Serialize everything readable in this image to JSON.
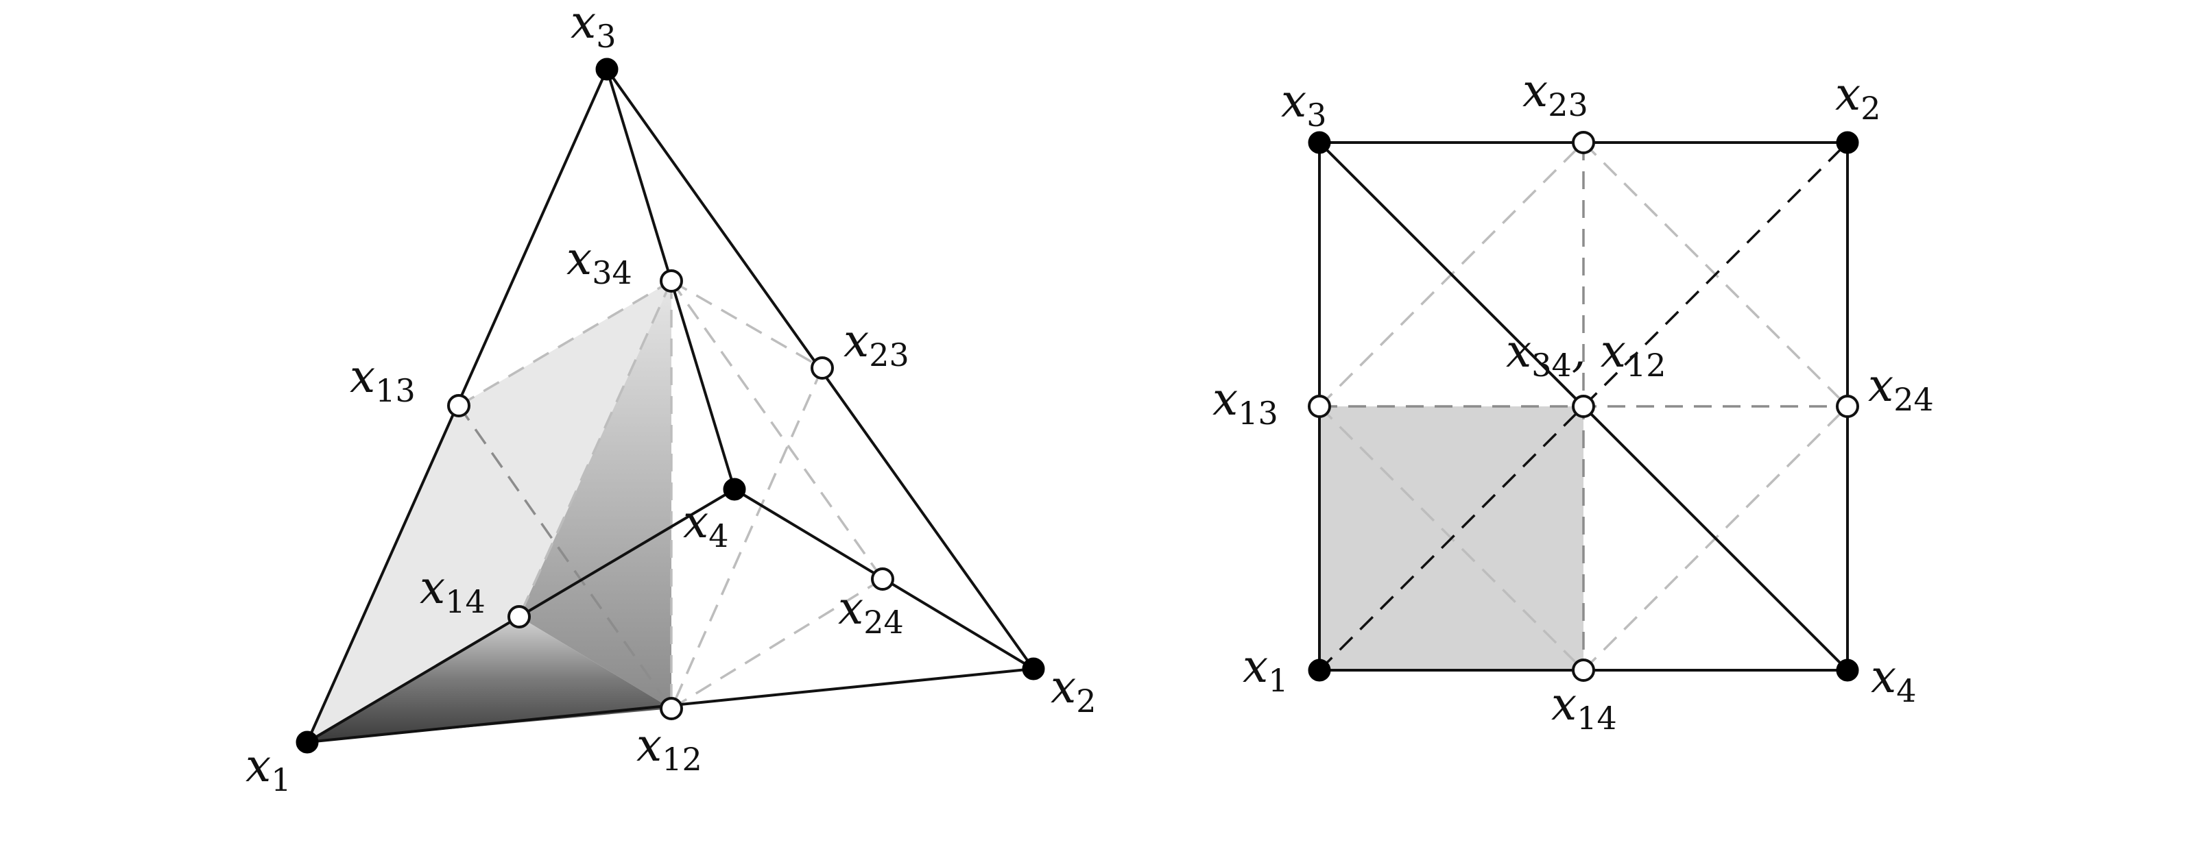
{
  "tetrahedron": {
    "labels": {
      "x1": {
        "base": "x",
        "sub": "1"
      },
      "x2": {
        "base": "x",
        "sub": "2"
      },
      "x3": {
        "base": "x",
        "sub": "3"
      },
      "x4": {
        "base": "x",
        "sub": "4"
      },
      "x12": {
        "base": "x",
        "sub": "12"
      },
      "x13": {
        "base": "x",
        "sub": "13"
      },
      "x14": {
        "base": "x",
        "sub": "14"
      },
      "x23": {
        "base": "x",
        "sub": "23"
      },
      "x24": {
        "base": "x",
        "sub": "24"
      },
      "x34": {
        "base": "x",
        "sub": "34"
      }
    }
  },
  "square": {
    "labels": {
      "x1": {
        "base": "x",
        "sub": "1"
      },
      "x2": {
        "base": "x",
        "sub": "2"
      },
      "x3": {
        "base": "x",
        "sub": "3"
      },
      "x4": {
        "base": "x",
        "sub": "4"
      },
      "x13": {
        "base": "x",
        "sub": "13"
      },
      "x14": {
        "base": "x",
        "sub": "14"
      },
      "x23": {
        "base": "x",
        "sub": "23"
      },
      "x24": {
        "base": "x",
        "sub": "24"
      },
      "center_a": {
        "base": "x",
        "sub": "34"
      },
      "center_sep": ", ",
      "center_b": {
        "base": "x",
        "sub": "12"
      }
    }
  }
}
